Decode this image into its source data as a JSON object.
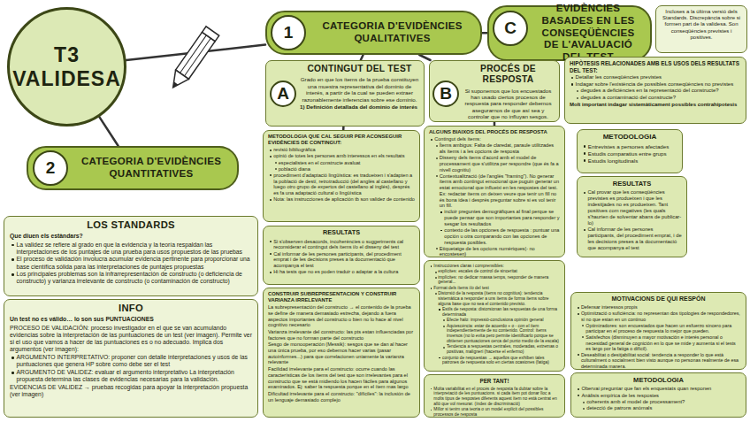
{
  "diagram": {
    "nodes": [
      {
        "text": [
          "T3 VALIDESA"
        ]
      },
      {
        "text": [
          "CATEGORIA D'EVIDÈNCIES QUALITATIVES"
        ]
      },
      {
        "text": [
          "1"
        ],
        "in": 1
      },
      {
        "text": [
          "EVIDÈNCIES BASADES EN LES CONSEQÜÈNCIES DE L'AVALUACIÓ DEL TEST"
        ]
      },
      {
        "text": [
          "C"
        ],
        "in": 3
      },
      {
        "text": [
          "Incloses a la última versió dels Standards. Discrepància sobre si formen part de la validesa. Son conseqüències previstes i positives."
        ]
      },
      {
        "text": [
          "CATEGORIA D'EVIDÈNCIES QUANTITATIVES"
        ]
      },
      {
        "text": [
          "2"
        ],
        "in": 6
      },
      {
        "text": [
          "CONTINGUT DEL TEST",
          "Grado en que los ítems de la prueba constituyen una muestra representativa del dominio de interés, a partir de la cual se pueden extraer razonablemente inferencias sobre ese dominio.",
          "1) Definición detallada del dominio de interés"
        ]
      },
      {
        "text": [
          "A"
        ],
        "in": 8
      },
      {
        "text": [
          "PROCÉS DE RESPOSTA",
          "Si suponemos que los encuestados han usado ciertos procesos de respuesta para responder debemos asegurarnos de que así sea y controlar que no influyan sesgos."
        ]
      },
      {
        "text": [
          "B"
        ],
        "in": 10
      },
      {
        "text": [
          "HIPÒTESIS RELACIONADES AMB ELS USOS DELS RESULTATS DEL TEST:",
          "Detallar les conseqüències previstes",
          "Indagar sobre l'existència de possibles conseqüències no previstes",
          "degudes a deficiències en la representació del constructe?",
          "degudes a contaminació del constructe?",
          "Molt important indagar sistemàticament possibles contrahipotesis"
        ]
      },
      {
        "text": [
          "METODOLOGIA QUE CAL SEGUIR PER ACONSEGUIR EVIDÈNCIES DE CONTINGUT:",
          "revisió bibliogràfica",
          "opinió de totes les persones amb interessos en els resultats",
          "especialistes en el constructe avaluat",
          "població diana",
          "procediment d'adaptació lingüística: es tradueixen i s'adapten a la població de destí, retrotraducció (del anglès al castellano y luego otro grupo de expertos del castellano al inglés), després es fa una adaptació cultural o lingüística",
          "Nota: las instrucciones de aplicación tb son validez de contenido"
        ]
      },
      {
        "text": [
          "ALGUNS BIAIXOS DEL PROCÉS DE RESPOSTA",
          "Contingut dels ítems:",
          "Ítems ambigus: Falta de claredat, paraule utilitzades als ítems i a les opcions de resposta",
          "Disseny dels ítems d'acord amb el model de processament que s'utilitza per respondre (que és fa a nivell cognitiu)",
          "Contextualització (de l'anglès \"framing\"). No generar ítems amb contingut emocional que puguin generar un estat emocional que influeixi en les respostes del test. Ex: redactar ítems on deixen veure que tenir un fill no és bona idea i després preguntar sobre si es vol tenir un fill.",
          "incloir preguntes demogràfiques al final perque se puede pensar que son importantes para responder y sesgar los resultados",
          "contexto de las opciones de respuesta : puntuar una opción u otra comparando con las opciones de respuesta posibles.",
          "Etiquetatge de les opcions numèriques(- no encostesen)"
        ]
      },
      {
        "text": [
          "METODOLOGIA",
          "Entrevistes a persones afectades",
          "Estudis comparatius entre grups",
          "Estudis longitudinals"
        ]
      },
      {
        "text": [
          "RESULTATS",
          "Cal provar que les conseqüències previstes es produeixen i que les indesitjades no es produeixen. Tant positives com negatives (les quals s'haurien de solventar abans de publicar-lo)",
          "Cal informar de les persones participants, del procediment emprat, i de les decisions preses a la documentació que acompanya el test"
        ]
      },
      {
        "text": [
          "LOS STANDARDS",
          "Que diuen els estàndars?",
          "La validez se refiere al grado en que la evidencia y la teoría respaldan las interpretaciones de los puntajes de una prueba para usos propuestos de las pruebas",
          "El proceso de validación involucra acumular evidencia pertinente para proporcionar una base científica sólida para las interpretaciones de puntajes propuestas",
          "Los principales problemas son la infrarrepresentación de constructo (o deficiencia de constructo) y varianza irrelevante de constructo (o contaminación de constructo)"
        ]
      },
      {
        "text": [
          "INFO",
          "Un test no es válido… lo son sus PUNTUACIONES",
          "PROCESO DE VALIDACIÓN: proceso investigador en el que se van acumulando evidencias sobre la interpretación de las puntuaciones de un test (ver imagen). Permite ver si el uso que vamos a hacer de las puntuaciones es o no adecuado. Implica dos argumentos (ver imagen):",
          "ARGUMENTO INTERPRETATIVO: proponer con detalle interpretaciones y usos de las puntuaciones que genera HP sobre como debe ser el test",
          "ARGUMENTO DE VALIDEZ: evaluar el argumento interpretativo La interpretación propuesta determina las clases de evidencias necesarias para la validación.",
          "EVIDENCIAS DE VALIDEZ → pruebas recogidas para apoyar la interpretación propuesta (ver imagen)"
        ]
      },
      {
        "text": [
          "RESULTATS",
          "Si s'observen desacords, incoherències o suggeriments cal reconsiderar el contingut dels ítems i/o el disseny del test",
          "Cal informar de les persones participants, del procediment emprat i de les decisions preses a la documentació que acompanya el test",
          "Hi ha tests que no es poden traduir o adaptar a la cultura"
        ]
      },
      {
        "text": [
          "CONSTRUIR SUBREPRESENTACION Y CONSTRUIR VARIANZA IRRELEVANTE",
          "La subrepresentación del constructo → el contenido de la prueba se define de manera demasiado estrecha, dejando a fuera aspectos importantes del constructo o bien no lo hace al nivel cognitivo necesario",
          "Varianza irrelevante del constructo: las pts estan influenciadas por factores que no forman parte del constructo",
          "Sesgo de monooperación (Messik): sesgos que se dan al hacer una única prueba, por eso debemos hacer varias (pasar autoinformes...) para que correlacionen uniamente la varianza relevante",
          "Facilidad irrelevante para el constructo: ocurre cuando las características de los ítems del test que son irrelevantes para el constructo que se está midiendo los hacen fáciles para algunos examinados. Ej: saber la respuesta porque en el ítem mas largo",
          "Dificultad irrelevante para el constructo: \"difíciles\": la inclusión de un lenguaje demasiado complejo"
        ]
      },
      {
        "text": [
          "Instrucciones claras i comprensibles:",
          "explícites: escales de control de sinceritat",
          "implícites: no dedicar massa temps, responder de manera general...",
          "Format dels ítems i/o del test",
          "Distorsió de la resposta (ítems no cognitius): tendencia sistemàtica a responder a uns ítems de forma ítems sobre alguna base que no sea el contenido previsto.",
          "Estils de resposta: distorsionan las respuestas de una forma determinada",
          "Efecte halo: impressió-conclusiona opinión general",
          "Aquiescència: estar de acuerdo + o - con el ítem independientemente de su contenido. Control: ítems inversos (no lo evita pero permite identificarlo porque se obtienen puntuaciones cerca del punto medio de la escala)",
          "Tendencia a respuestas centrales, moderadas, extremas o positivas, maligneri (hacerse el enfermo)",
          "conjunto de respuestas → aquellos que exhiben tales patrones de respuesta solo en ciertas ocasiones (fatiga)"
        ]
      },
      {
        "text": [
          "PER TANT!",
          "Molta variabilitat en el procés de resposta fa dubtar sobre la interpretació de les puntuacions. si cada ítem pot donar lloc a molts tipus de respostes diferents aquest ítem no està centrat en allò que vol mesurar. (índex de discriminació)",
          "Millor si tenim una teoria o un model explícit del possibles processos de resposta"
        ]
      },
      {
        "text": [
          "MOTIVACIONS DE QUI RESPÓN",
          "Defensar interessos propis",
          "Optimització o suficiència: no representan dos tipologies de respondedores, sí no que estan en un continuo",
          "Optimizadores: son encuestados que hacen un esfuerzo sincero para participar en el proceso de respuesta lo mejor que pueden.",
          "Satisfechos (disminuyen a mayor motivación e interés personal o necesidad general de cognición en lo que se mide y aumenta si el tests es largo por la fatiga o difícil).",
          "Deseabilitat o desitjabilitat social: tendencia a responder lo que està culturalment o socialment bien visto aunque no personas realmente de esa determinada manera."
        ]
      },
      {
        "text": [
          "METODOLOGIA",
          "Obervai preguntar que fan els enquestats quan responen",
          "Anàlisis empírica de les respostes",
          "coherents amb el model de processament?",
          "detecció de patrons anòmals"
        ]
      }
    ],
    "edges": [
      {
        "from": 0,
        "to": 1,
        "arrow": "none"
      },
      {
        "from": 0,
        "to": 6,
        "arrow": "none"
      },
      {
        "from": 1,
        "to": 8,
        "arrow": "none"
      },
      {
        "from": 1,
        "to": 10,
        "arrow": "none"
      },
      {
        "from": 1,
        "to": 3,
        "arrow": "none"
      },
      {
        "from": 3,
        "to": 12,
        "arrow": "none"
      },
      {
        "from": 8,
        "to": 13,
        "arrow": "none"
      },
      {
        "from": 10,
        "to": 14,
        "arrow": "none"
      }
    ]
  }
}
